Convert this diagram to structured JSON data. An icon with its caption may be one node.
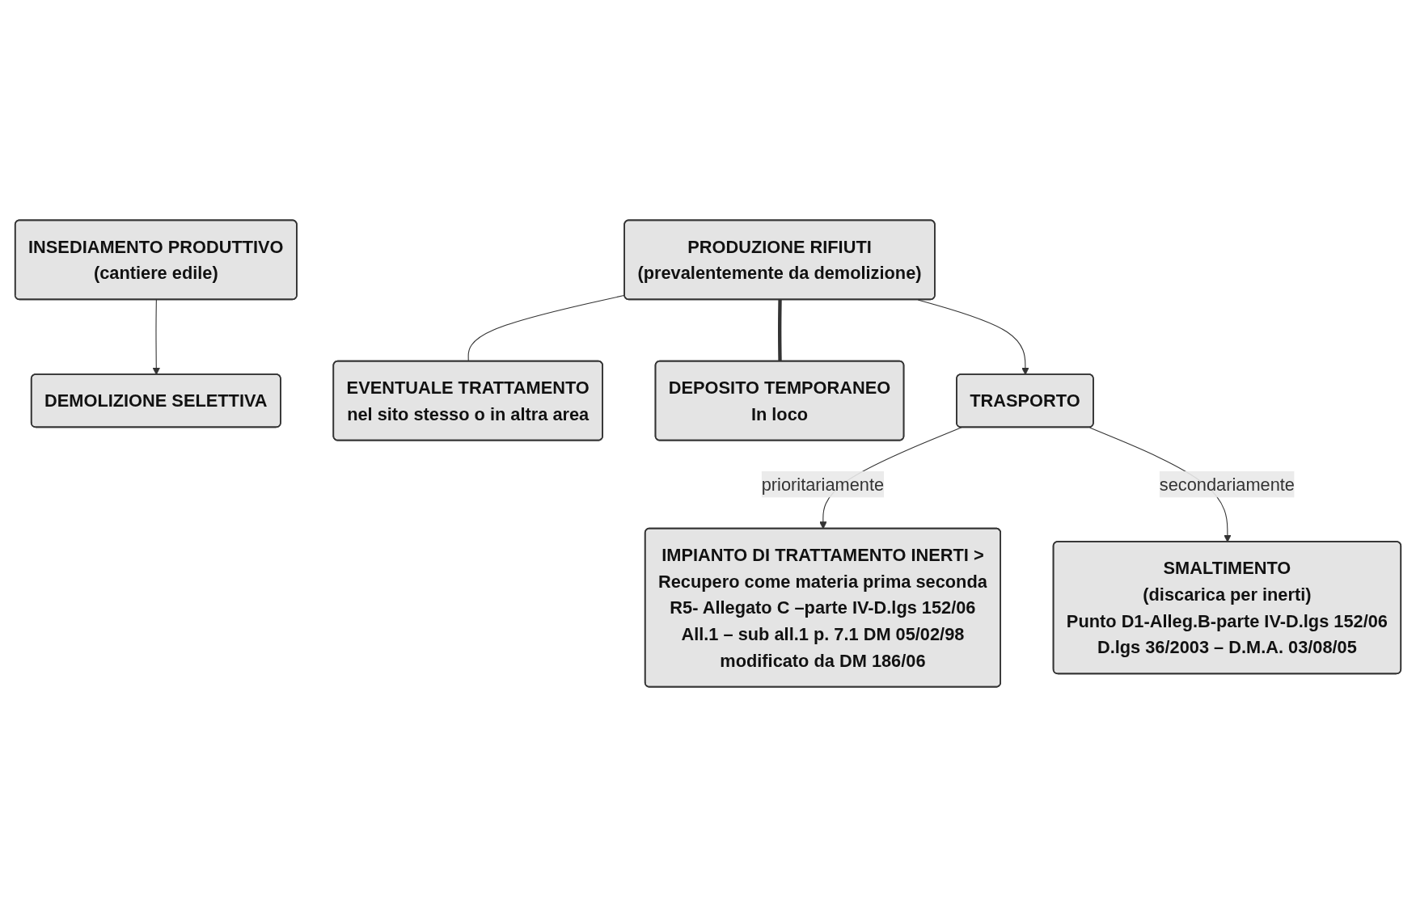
{
  "diagram": {
    "nodes": [
      {
        "text": [
          "INSEDIAMENTO PRODUTTIVO",
          "(cantiere edile)"
        ]
      },
      {
        "text": [
          "DEMOLIZIONE SELETTIVA"
        ]
      },
      {
        "text": [
          "PRODUZIONE RIFIUTI",
          "(prevalentemente da demolizione)"
        ]
      },
      {
        "text": [
          "EVENTUALE TRATTAMENTO",
          "nel sito stesso o in altra area"
        ]
      },
      {
        "text": [
          "DEPOSITO TEMPORANEO",
          "In loco"
        ]
      },
      {
        "text": [
          "TRASPORTO"
        ]
      },
      {
        "text": [
          "IMPIANTO DI TRATTAMENTO INERTI >",
          "Recupero come materia prima seconda",
          "R5- Allegato C –parte IV-D.lgs 152/06",
          "All.1 – sub all.1 p. 7.1 DM 05/02/98",
          "modificato da DM 186/06"
        ]
      },
      {
        "text": [
          "SMALTIMENTO",
          "(discarica per inerti)",
          "Punto D1-Alleg.B-parte IV-D.lgs 152/06",
          "D.lgs 36/2003 – D.M.A. 03/08/05"
        ]
      }
    ],
    "edges": [
      {
        "from": 0,
        "to": 1,
        "arrow": "to"
      },
      {
        "from": 2,
        "to": 3,
        "arrow": "none"
      },
      {
        "from": 2,
        "to": 4,
        "arrow": "none",
        "style": "thick"
      },
      {
        "from": 2,
        "to": 5,
        "arrow": "to"
      },
      {
        "from": 5,
        "to": 6,
        "arrow": "to",
        "label": "prioritariamente"
      },
      {
        "from": 5,
        "to": 7,
        "arrow": "to",
        "label": "secondariamente"
      }
    ]
  }
}
